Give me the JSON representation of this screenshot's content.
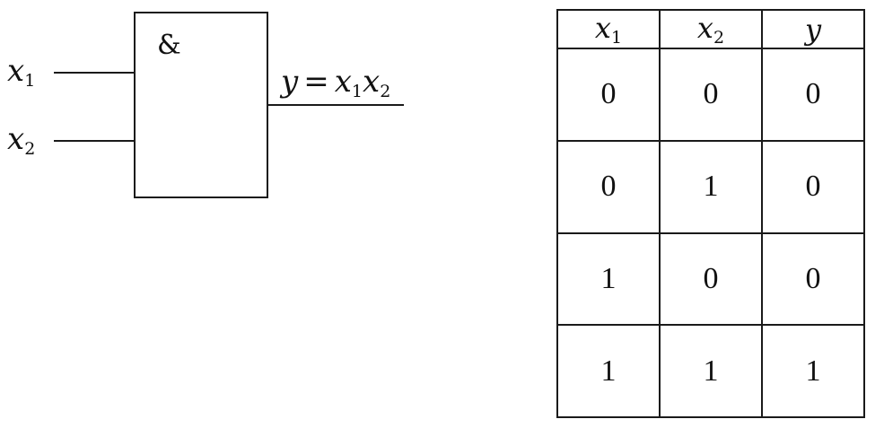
{
  "gate": {
    "symbol": "&",
    "inputs": [
      {
        "var": "x",
        "sub": "1"
      },
      {
        "var": "x",
        "sub": "2"
      }
    ],
    "output": {
      "lhs": "y",
      "eq": "=",
      "rhs": [
        {
          "var": "x",
          "sub": "1"
        },
        {
          "var": "x",
          "sub": "2"
        }
      ]
    }
  },
  "truth_table": {
    "headers": [
      {
        "var": "x",
        "sub": "1"
      },
      {
        "var": "x",
        "sub": "2"
      },
      {
        "var": "y",
        "sub": ""
      }
    ],
    "rows": [
      [
        "0",
        "0",
        "0"
      ],
      [
        "0",
        "1",
        "0"
      ],
      [
        "1",
        "0",
        "0"
      ],
      [
        "1",
        "1",
        "1"
      ]
    ]
  },
  "colors": {
    "ink": "#1a1a1a",
    "background": "#ffffff"
  }
}
